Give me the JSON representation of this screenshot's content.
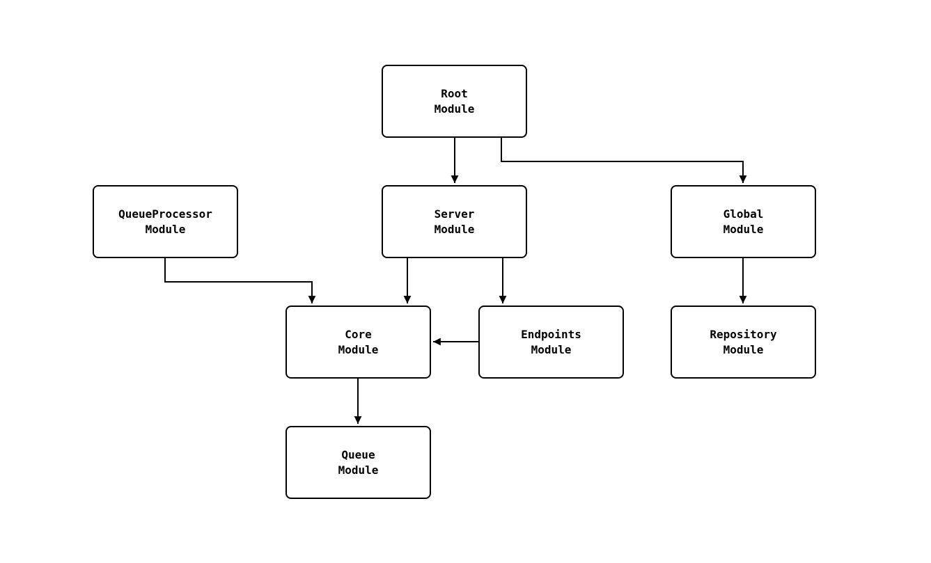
{
  "diagram": {
    "type": "module-dependency-graph",
    "colors": {
      "background": "#ffffff",
      "node_fill": "#ffffff",
      "node_border": "#000000",
      "edge": "#000000",
      "text": "#000000"
    },
    "nodes": {
      "root": {
        "label": "Root\nModule"
      },
      "server": {
        "label": "Server\nModule"
      },
      "queueprocessor": {
        "label": "QueueProcessor\nModule"
      },
      "global": {
        "label": "Global\nModule"
      },
      "core": {
        "label": "Core\nModule"
      },
      "endpoints": {
        "label": "Endpoints\nModule"
      },
      "repository": {
        "label": "Repository\nModule"
      },
      "queue": {
        "label": "Queue\nModule"
      }
    },
    "edges": [
      {
        "from": "root",
        "to": "server"
      },
      {
        "from": "root",
        "to": "global"
      },
      {
        "from": "queueprocessor",
        "to": "core"
      },
      {
        "from": "server",
        "to": "core"
      },
      {
        "from": "server",
        "to": "endpoints"
      },
      {
        "from": "endpoints",
        "to": "core"
      },
      {
        "from": "global",
        "to": "repository"
      },
      {
        "from": "core",
        "to": "queue"
      }
    ]
  }
}
